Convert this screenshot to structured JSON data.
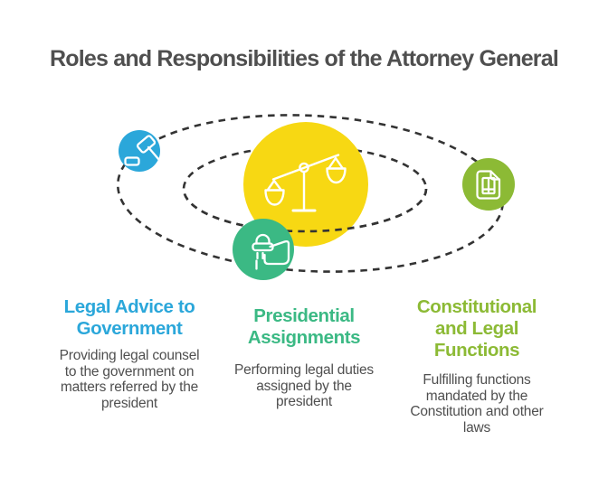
{
  "title": "Roles and Responsibilities of the Attorney General",
  "colors": {
    "background": "#ffffff",
    "title_text": "#4f4f4f",
    "body_text": "#4f4f4f",
    "orbit_stroke": "#333333",
    "center_circle": "#f7d813",
    "icon_stroke": "#ffffff",
    "blue": "#2ba7da",
    "green": "#3bb984",
    "olive": "#8cba35"
  },
  "diagram": {
    "center_icon": "scales-of-justice-icon",
    "satellites": [
      {
        "icon": "gavel-icon",
        "color": "#2ba7da"
      },
      {
        "icon": "hand-stamp-icon",
        "color": "#3bb984"
      },
      {
        "icon": "document-icon",
        "color": "#8cba35"
      }
    ]
  },
  "sections": [
    {
      "heading": "Legal Advice to\nGovernment",
      "body": "Providing legal counsel\nto the government on\nmatters referred by the\npresident",
      "color": "#2ba7da"
    },
    {
      "heading": "Presidential\nAssignments",
      "body": "Performing legal duties\nassigned by the\npresident",
      "color": "#3bb984"
    },
    {
      "heading": "Constitutional\nand Legal\nFunctions",
      "body": "Fulfilling functions\nmandated by the\nConstitution and other\nlaws",
      "color": "#8cba35"
    }
  ]
}
